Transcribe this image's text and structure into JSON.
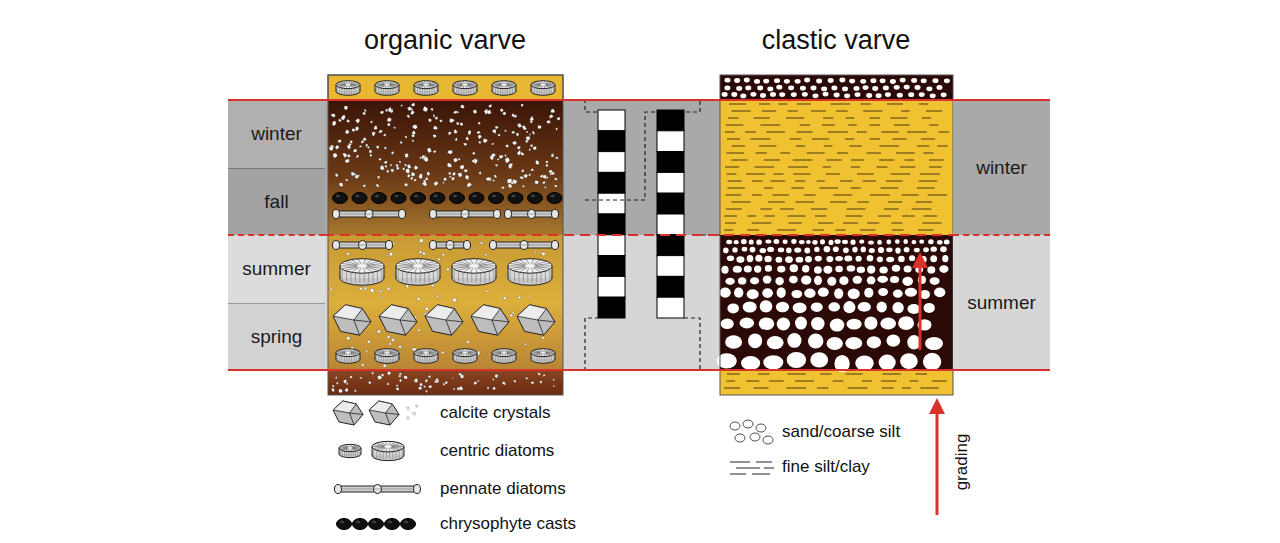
{
  "diagram": {
    "nodes": [
      {
        "text": [
          "winter"
        ]
      },
      {
        "text": [
          "fall"
        ]
      },
      {
        "text": [
          "summer"
        ]
      },
      {
        "text": [
          "spring"
        ]
      },
      {
        "text": [
          "winter"
        ]
      },
      {
        "text": [
          "summer"
        ]
      }
    ],
    "labels": [
      "organic varve",
      "clastic varve"
    ],
    "legend": [
      {
        "text": "calcite crystals"
      },
      {
        "text": "centric diatoms"
      },
      {
        "text": "pennate diatoms"
      },
      {
        "text": "chrysophyte casts"
      },
      {
        "text": "sand/coarse silt"
      },
      {
        "text": "fine silt/clay"
      },
      {
        "text": "grading"
      }
    ]
  }
}
